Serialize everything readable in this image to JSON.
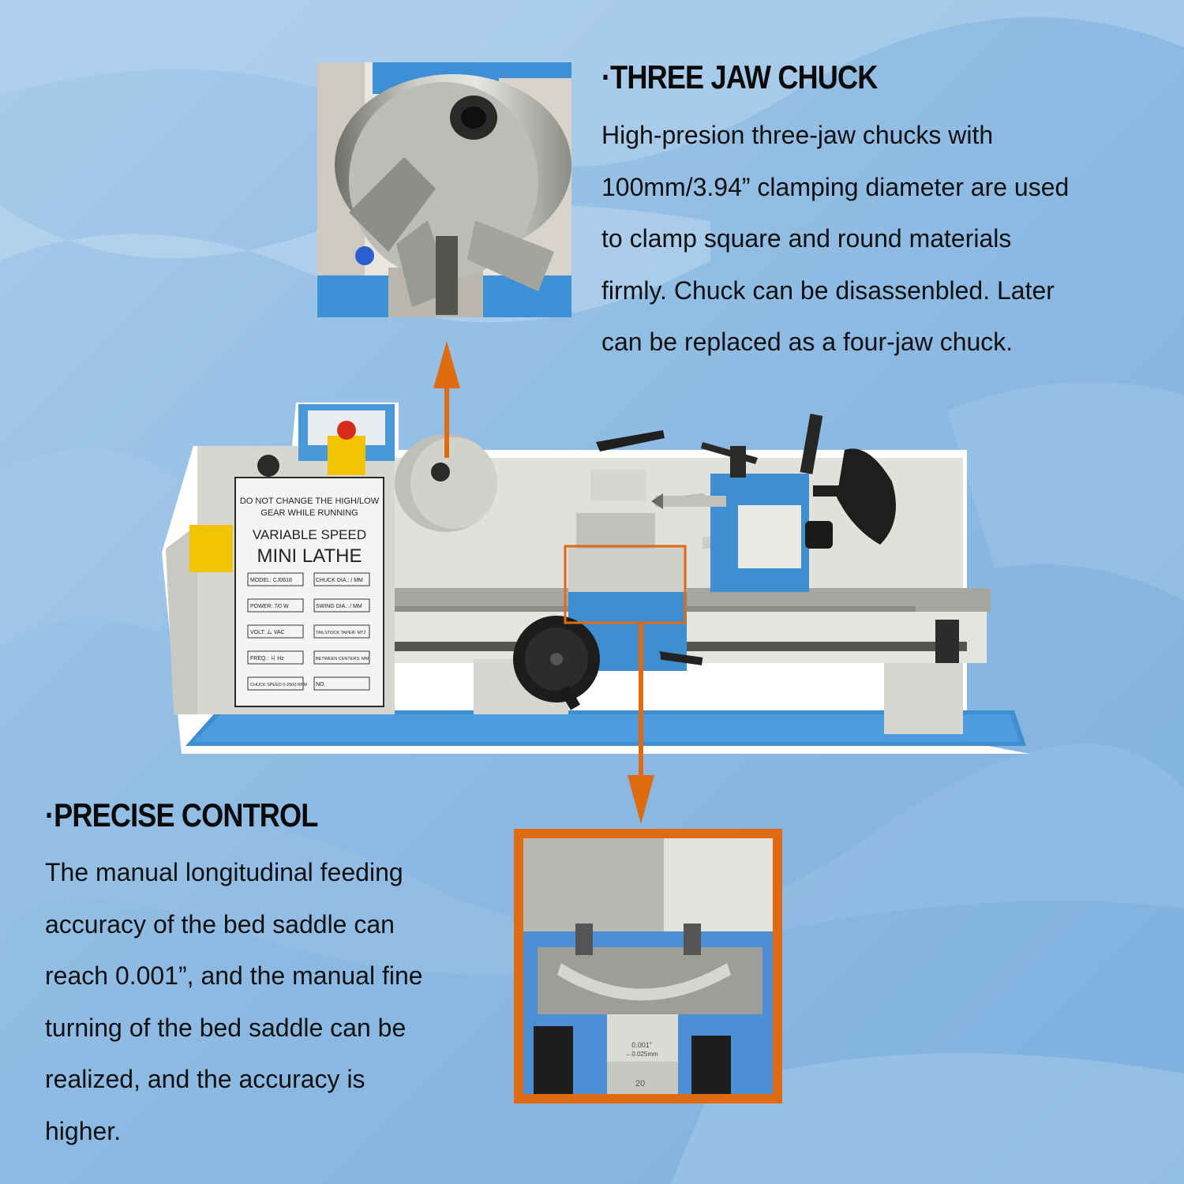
{
  "colors": {
    "background": "#8fb9e0",
    "accent_orange": "#e06a10",
    "machine_blue": "#3f8fd0",
    "machine_gray": "#dcdcd8"
  },
  "three_jaw_chuck": {
    "heading": "·THREE JAW CHUCK",
    "lines": [
      "High-presion three-jaw chucks with",
      "100mm/3.94” clamping diameter are used",
      "to clamp square and round materials",
      "firmly. Chuck can be disassenbled. Later",
      "can be replaced as a four-jaw chuck."
    ]
  },
  "precise_control": {
    "heading": "·PRECISE CONTROL",
    "lines": [
      "The manual longitudinal feeding",
      "accuracy of the bed saddle can",
      "reach 0.001”, and the manual fine",
      "turning of the bed saddle can be",
      "realized, and the accuracy is",
      "higher."
    ]
  },
  "lathe_plate": {
    "warning": [
      "DO NOT CHANGE THE HIGH/LOW",
      "GEAR WHILE RUNNING"
    ],
    "subtitle": "VARIABLE SPEED",
    "title": "MINI LATHE",
    "specs_left": [
      "MODEL: CJ0618",
      "POWER: 7/0 W",
      "VOLT: ㄙ VAC",
      "FREQ.: ㄐ Hz",
      "CHUCK SPEED 0-2500 RPM"
    ],
    "specs_right": [
      "CHUCK DIA.: / MM",
      "SWING DIA.: / MM",
      "TAILSTOCK TAPER: MT2",
      "BETWEEN CENTERS: MM",
      "NO."
    ]
  },
  "dial_detail": {
    "scale_top": "0.001”",
    "scale_bottom": "←0.025mm",
    "dial_number": "20"
  },
  "icons": [
    "arrow-up-icon",
    "arrow-down-icon"
  ]
}
